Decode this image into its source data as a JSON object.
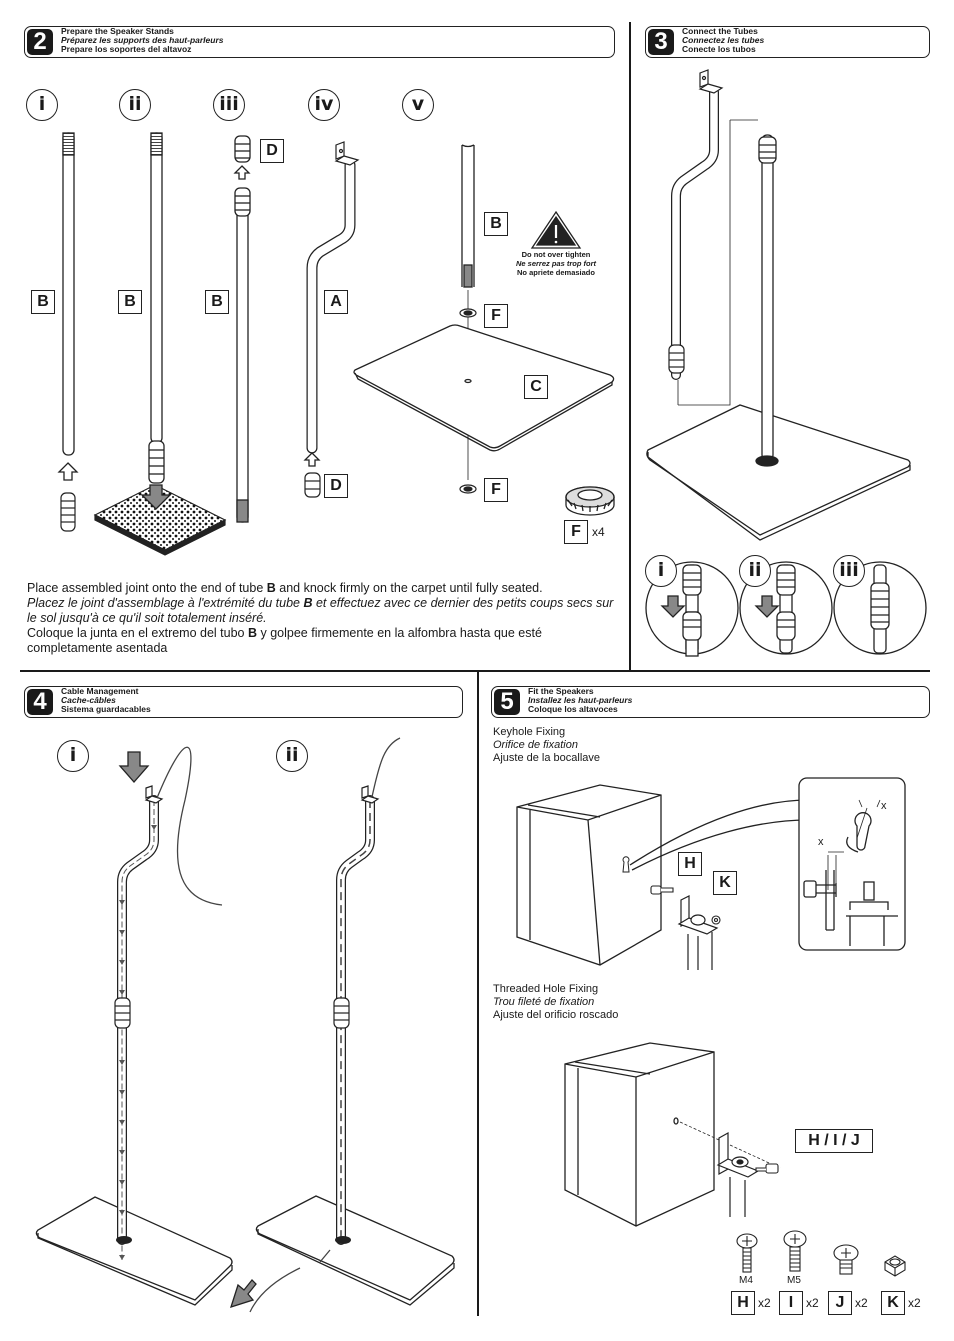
{
  "sec2": {
    "num": "2",
    "t1": "Prepare the Speaker Stands",
    "t2": "Préparez les supports des haut-parleurs",
    "t3": "Prepare los soportes del altavoz"
  },
  "sec3": {
    "num": "3",
    "t1": "Connect the Tubes",
    "t2": "Connectez les tubes",
    "t3": "Conecte los tubos"
  },
  "sec4": {
    "num": "4",
    "t1": "Cable Management",
    "t2": "Cache-câbles",
    "t3": "Sistema guardacables"
  },
  "sec5": {
    "num": "5",
    "t1": "Fit the Speakers",
    "t2": "Installez les haut-parleurs",
    "t3": "Coloque los altavoces"
  },
  "romans": {
    "i": "i",
    "ii": "ii",
    "iii": "iii",
    "iv": "iv",
    "v": "v"
  },
  "parts": {
    "A": "A",
    "B": "B",
    "C": "C",
    "D": "D",
    "F": "F",
    "H": "H",
    "I": "I",
    "J": "J",
    "K": "K",
    "HIJ": "H / I / J"
  },
  "warning": {
    "l1": "Do not over tighten",
    "l2": "Ne serrez pas trop fort",
    "l3": "No apriete demasiado"
  },
  "qty": {
    "f": "x4",
    "h": "x2",
    "i": "x2",
    "j": "x2",
    "k": "x2"
  },
  "screw": {
    "m4": "M4",
    "m5": "M5"
  },
  "x_label": "x",
  "instr": {
    "en_a": "Place assembled joint onto the end of tube ",
    "en_b": "B",
    "en_c": " and knock firmly on the carpet until fully seated.",
    "fr_a": "Placez le joint d'assemblage à l'extrémité du tube ",
    "fr_b": "B",
    "fr_c": " et effectuez avec ce dernier des petits coups secs sur le sol jusqu'à ce qu'il soit totalement inséré.",
    "es_a": "Coloque la junta en el extremo del tubo ",
    "es_b": "B",
    "es_c": " y golpee firmemente en la alfombra hasta que esté completamente asentada"
  },
  "keyhole": {
    "l1": "Keyhole Fixing",
    "l2": "Orifice de fixation",
    "l3": "Ajuste de la bocallave"
  },
  "threaded": {
    "l1": "Threaded Hole Fixing",
    "l2": "Trou fileté de fixation",
    "l3": "Ajuste del orificio roscado"
  }
}
